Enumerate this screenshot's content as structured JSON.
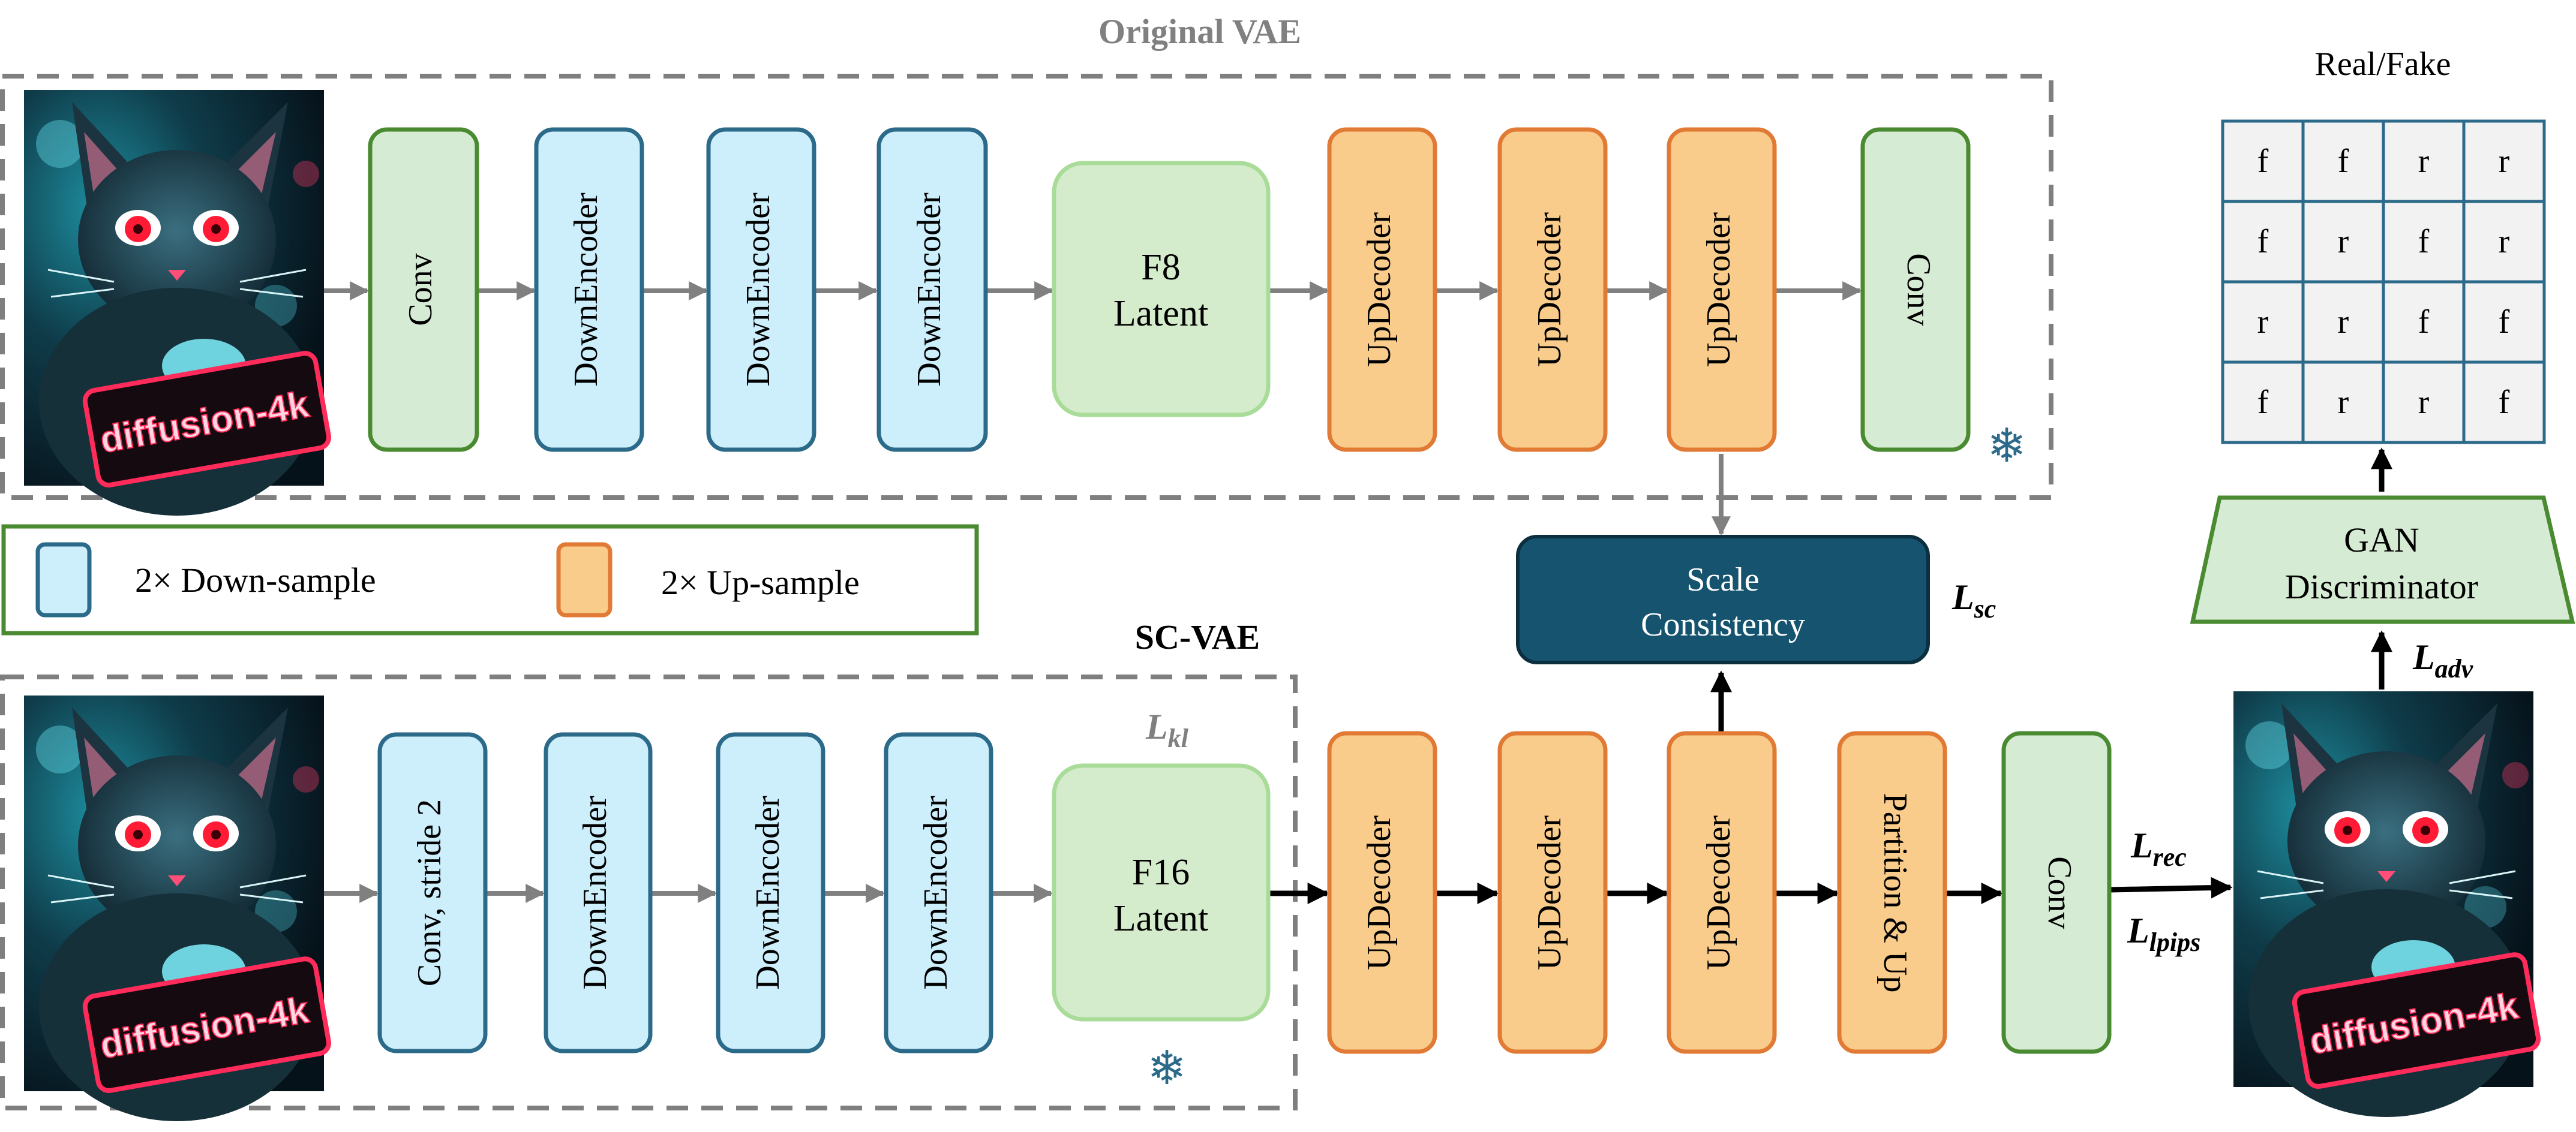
{
  "original_vae": {
    "title": "Original VAE",
    "conv_in": "Conv",
    "encoders": [
      "DownEncoder",
      "DownEncoder",
      "DownEncoder"
    ],
    "latent": [
      "F8",
      "Latent"
    ],
    "decoders": [
      "UpDecoder",
      "UpDecoder",
      "UpDecoder"
    ],
    "conv_out": "Conv",
    "frozen_icon": "snowflake-icon"
  },
  "legend": {
    "down_label": "2× Down-sample",
    "up_label": "2× Up-sample"
  },
  "sc_vae": {
    "title": "SC-VAE",
    "loss_kl": "L",
    "loss_kl_sub": "kl",
    "conv_in": "Conv, stride 2",
    "encoders": [
      "DownEncoder",
      "DownEncoder",
      "DownEncoder"
    ],
    "latent": [
      "F16",
      "Latent"
    ],
    "frozen_icon": "snowflake-icon"
  },
  "decoder_path": {
    "decoders": [
      "UpDecoder",
      "UpDecoder",
      "UpDecoder"
    ],
    "partition": "Partition & Up",
    "conv_out": "Conv"
  },
  "scale_consistency": {
    "label": [
      "Scale",
      "Consistency"
    ],
    "loss": "L",
    "loss_sub": "sc"
  },
  "losses": {
    "rec": "L",
    "rec_sub": "rec",
    "lpips": "L",
    "lpips_sub": "lpips",
    "adv": "L",
    "adv_sub": "adv"
  },
  "discriminator": {
    "label": [
      "GAN",
      "Discriminator"
    ]
  },
  "real_fake": {
    "title": "Real/Fake",
    "grid": [
      [
        "f",
        "f",
        "r",
        "r"
      ],
      [
        "f",
        "r",
        "f",
        "r"
      ],
      [
        "r",
        "r",
        "f",
        "f"
      ],
      [
        "f",
        "r",
        "r",
        "f"
      ]
    ]
  },
  "images": {
    "sign_text": "diffusion-4k"
  },
  "colors": {
    "blue_fill": "#cdeefb",
    "blue_stroke": "#2c6a8a",
    "orange_fill": "#f9cc8c",
    "orange_stroke": "#e07a35",
    "green_fill": "#d6ebd4",
    "green_stroke": "#4a8a30",
    "latent_fill": "#d5eccc",
    "latent_stroke": "#a9dc98",
    "scale_fill": "#15536e",
    "dashed": "#7f7f7f",
    "gray_text": "#808080"
  }
}
